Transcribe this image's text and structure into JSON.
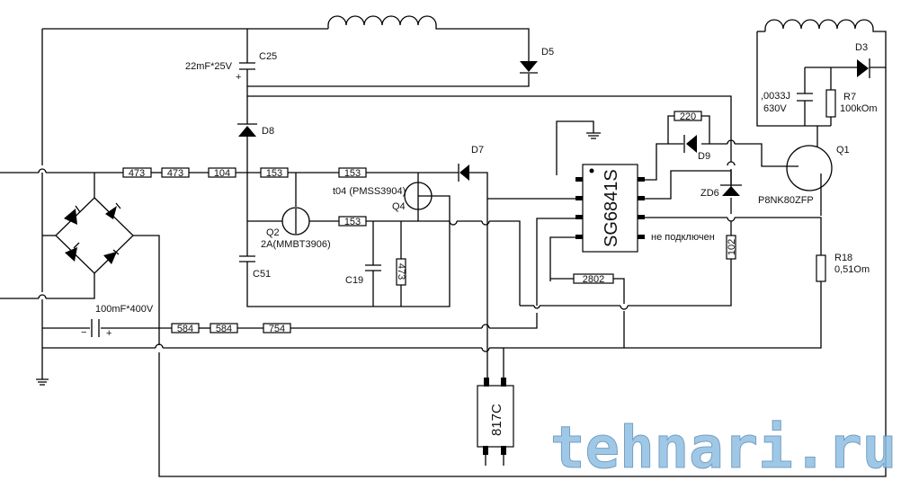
{
  "diagram": {
    "type": "circuit-schematic",
    "watermark": "tehnari.ru",
    "colors": {
      "wire": "#000000",
      "watermark": "#8fbfe3",
      "background": "#ffffff"
    }
  },
  "components": {
    "C25": {
      "name": "C25",
      "value": "22mF*25V",
      "polarity": "+"
    },
    "D5": {
      "name": "D5"
    },
    "D8": {
      "name": "D8"
    },
    "D7": {
      "name": "D7"
    },
    "D9": {
      "name": "D9"
    },
    "D3": {
      "name": "D3"
    },
    "ZD6": {
      "name": "ZD6"
    },
    "C51": {
      "name": "C51"
    },
    "C19": {
      "name": "C19"
    },
    "Q2": {
      "name": "Q2",
      "part": "2A(MMBT3906)"
    },
    "Q4": {
      "name": "Q4",
      "part": "t04 (PMSS3904)"
    },
    "Q1": {
      "name": "Q1",
      "part": "P8NK80ZFP"
    },
    "R7": {
      "name": "R7",
      "value": "100kOm"
    },
    "R18": {
      "name": "R18",
      "value": "0,51Om"
    },
    "snubber_cap": {
      "value_line1": ",0033J",
      "value_line2": "630V"
    },
    "bulk_cap": {
      "value": "100mF*400V",
      "minus": "−",
      "plus": "+"
    },
    "ic": {
      "name": "SG6841S",
      "nc_label": "не подключен"
    },
    "opto": {
      "name": "817C"
    }
  },
  "resistors": {
    "r473a": "473",
    "r473b": "473",
    "r104": "104",
    "r153a": "153",
    "r153b": "153",
    "r153c": "153",
    "r473v": "473",
    "r220": "220",
    "r102": "102",
    "r2802": "2802",
    "r584a": "584",
    "r584b": "584",
    "r754": "754"
  }
}
